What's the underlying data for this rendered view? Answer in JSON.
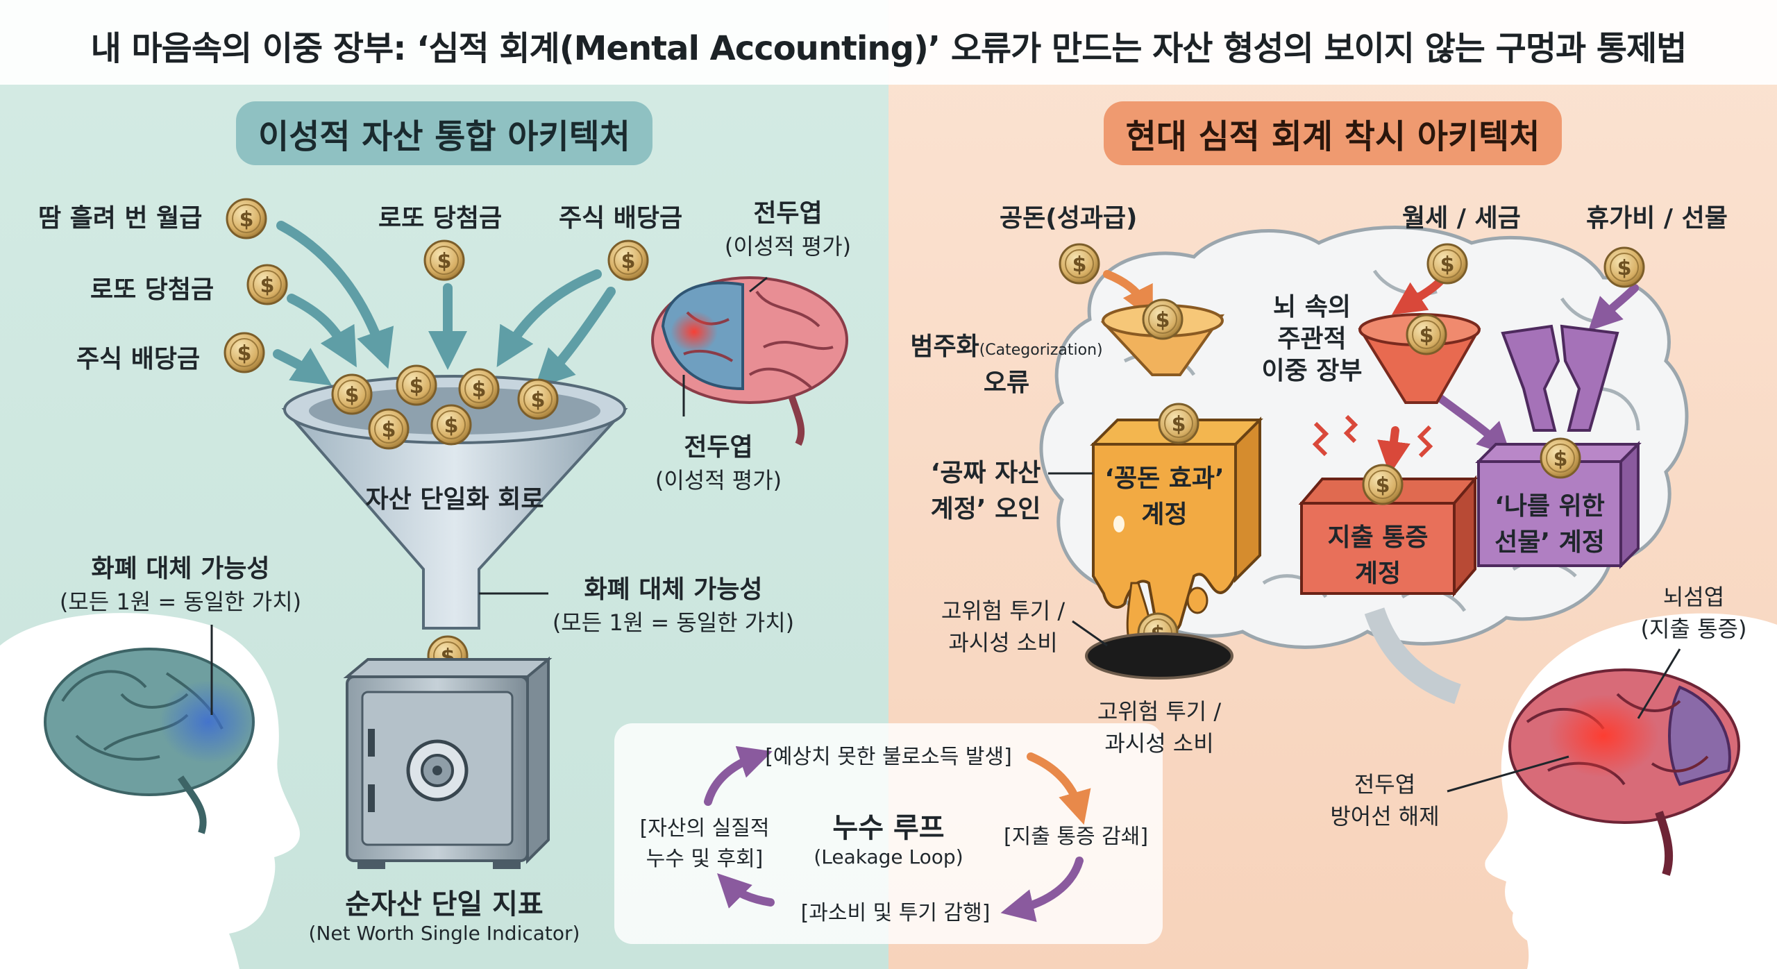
{
  "title": "내 마음속의 이중 장부: ‘심적 회계(Mental Accounting)’ 오류가 만드는 자산 형성의 보이지 않는 구멍과 통제법",
  "left_panel": {
    "header": "이성적 자산 통합 아키텍처",
    "inputs": {
      "salary": "땀 흘려 번 월급",
      "lotto_1": "로또 당첨금",
      "dividend_1": "주식 배당금",
      "lotto_2": "로또 당첨금",
      "dividend_2": "주식 배당금"
    },
    "brain_label_top": {
      "line1": "전두엽",
      "line2": "(이성적 평가)"
    },
    "brain_label_bottom": {
      "line1": "전두엽",
      "line2": "(이성적 평가)"
    },
    "funnel_label": "자산 단일화 회로",
    "fungibility_left": {
      "line1": "화폐 대체 가능성",
      "line2": "(모든 1원 = 동일한 가치)"
    },
    "fungibility_right": {
      "line1": "화폐 대체 가능성",
      "line2": "(모든 1원 = 동일한 가치)"
    },
    "net_worth": {
      "line1": "순자산 단일 지표",
      "line2": "(Net Worth Single Indicator)"
    }
  },
  "right_panel": {
    "header": "현대 심적 회계 착시 아키텍처",
    "inputs": {
      "bonus": "공돈(성과급)",
      "rent": "월세 / 세금",
      "vacation": "휴가비 / 선물"
    },
    "categorization": {
      "line1_main": "범주화",
      "line1_sub": "(Categorization)",
      "line2": "오류"
    },
    "brain_ledger": {
      "line1": "뇌 속의",
      "line2": "주관적",
      "line3": "이중 장부"
    },
    "free_money": {
      "line1": "‘공짜 자산",
      "line2": "계정’ 오인"
    },
    "windfall_account": {
      "line1": "‘꽁돈 효과’",
      "line2": "계정"
    },
    "pain_account": {
      "line1": "지출 통증",
      "line2": "계정"
    },
    "gift_account": {
      "line1": "‘나를 위한",
      "line2": "선물’ 계정"
    },
    "risk_left": {
      "line1": "고위험 투기 /",
      "line2": "과시성 소비"
    },
    "risk_bottom": {
      "line1": "고위험 투기 /",
      "line2": "과시성 소비"
    },
    "temporal": {
      "line1": "뇌섬엽",
      "line2": "(지출 통증)"
    },
    "frontal": {
      "line1": "전두엽",
      "line2": "방어선 해제"
    }
  },
  "loop": {
    "title": "누수 루프",
    "subtitle": "(Leakage Loop)",
    "top": "[예상치 못한 불로소득 발생]",
    "right": "[지출 통증 감쇄]",
    "bottom": "[과소비 및 투기 감행]",
    "left_line1": "[자산의 실질적",
    "left_line2": "누수 및 후회]"
  },
  "colors": {
    "left_bg": "#cfe8e1",
    "right_bg": "#f9dac5",
    "teal_arrow": "#5f9ea6",
    "orange_arrow": "#e8894a",
    "red_arrow": "#d9483a",
    "purple_arrow": "#8a5a9e",
    "coin": "#d9b56a"
  }
}
